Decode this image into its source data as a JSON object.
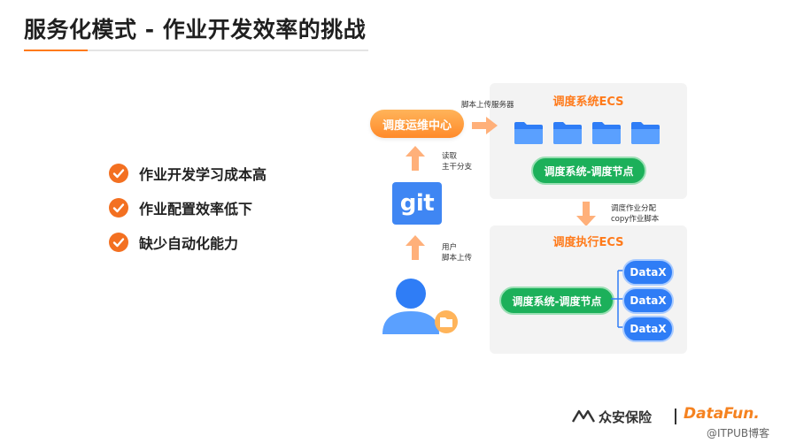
{
  "header": {
    "title": "服务化模式 - 作业开发效率的挑战"
  },
  "bullets": [
    {
      "label": "作业开发学习成本高"
    },
    {
      "label": "作业配置效率低下"
    },
    {
      "label": "缺少自动化能力"
    }
  ],
  "diagram": {
    "ops_center": "调度运维中心",
    "upload_label": "脚本上传服务器",
    "read_label_1": "读取",
    "read_label_2": "主干分支",
    "git_label": "git",
    "user_label_1": "用户",
    "user_label_2": "脚本上传",
    "ecs_panel_title": "调度系统ECS",
    "ecs_node": "调度系统-调度节点",
    "assign_label_1": "调度作业分配",
    "assign_label_2": "copy作业脚本",
    "exec_panel_title": "调度执行ECS",
    "exec_node": "调度系统-调度节点",
    "datax": [
      "DataX",
      "DataX",
      "DataX"
    ]
  },
  "footer": {
    "brand": "众安保险",
    "partner": "DataFun.",
    "watermark": "@ITPUB博客"
  },
  "colors": {
    "accent": "#ff7a1a",
    "green": "#1cb05a",
    "blue": "#2f7df6"
  }
}
